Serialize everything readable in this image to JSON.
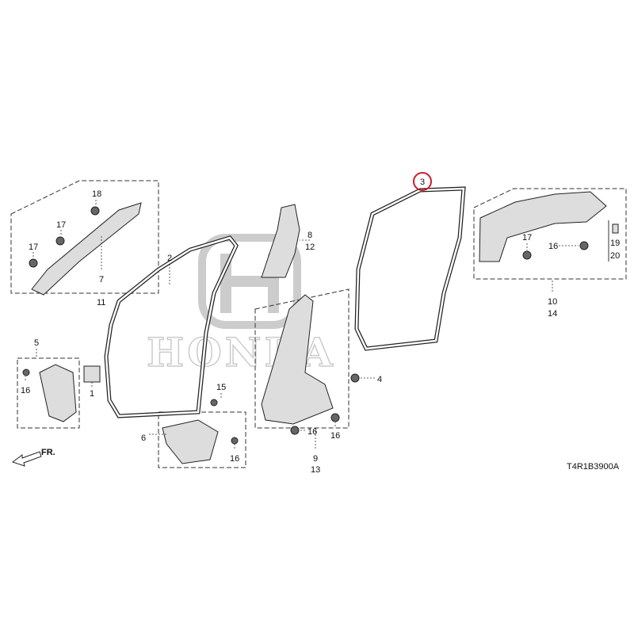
{
  "diagram": {
    "watermark": "HONDA",
    "code": "T4R1B3900A",
    "front_arrow": "FR.",
    "highlight_color": "#d11a2a",
    "labels": {
      "p18": "18",
      "p17a": "17",
      "p17b": "17",
      "p7": "7",
      "p11": "11",
      "p2": "2",
      "p8": "8",
      "p12": "12",
      "p3": "3",
      "p17c": "17",
      "p16a": "16",
      "p19": "19",
      "p20": "20",
      "p10": "10",
      "p14": "14",
      "p5": "5",
      "p16b": "16",
      "p1": "1",
      "p15": "15",
      "p6": "6",
      "p16c": "16",
      "p4": "4",
      "p16d": "16",
      "p16e": "16",
      "p9": "9",
      "p13": "13"
    }
  }
}
